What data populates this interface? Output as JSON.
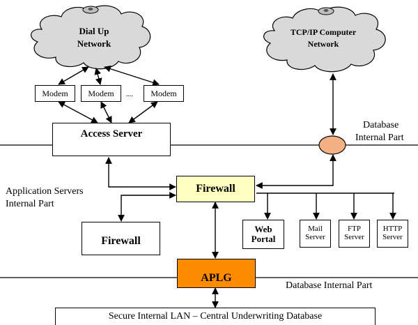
{
  "clouds": {
    "dialup": {
      "line1": "Dial Up",
      "line2": "Network"
    },
    "tcpip": {
      "line1": "TCP/IP Computer",
      "line2": "Network"
    }
  },
  "modems": {
    "m1": "Modem",
    "m2": "Modem",
    "dots": "....",
    "m3": "Modem"
  },
  "access_server": "Access Server",
  "database_internal_label": {
    "line1": "Database",
    "line2": "Internal Part"
  },
  "app_servers_label": {
    "line1": "Application Servers",
    "line2": "Internal Part"
  },
  "firewall_main": "Firewall",
  "firewall_left": "Firewall",
  "servers": {
    "web_portal": {
      "line1": "Web",
      "line2": "Portal"
    },
    "mail": {
      "line1": "Mail",
      "line2": "Server"
    },
    "ftp": {
      "line1": "FTP",
      "line2": "Server"
    },
    "http": {
      "line1": "HTTP",
      "line2": "Server"
    }
  },
  "aplg": "APLG",
  "database_internal_bottom": "Database Internal Part",
  "secure_lan": "Secure Internal LAN – Central Underwriting Database",
  "colors": {
    "firewall_fill": "#ffffc0",
    "aplg_fill": "#ff8c00",
    "node_fill": "#f4b183",
    "cloud_fill": "#d9d9d9"
  }
}
